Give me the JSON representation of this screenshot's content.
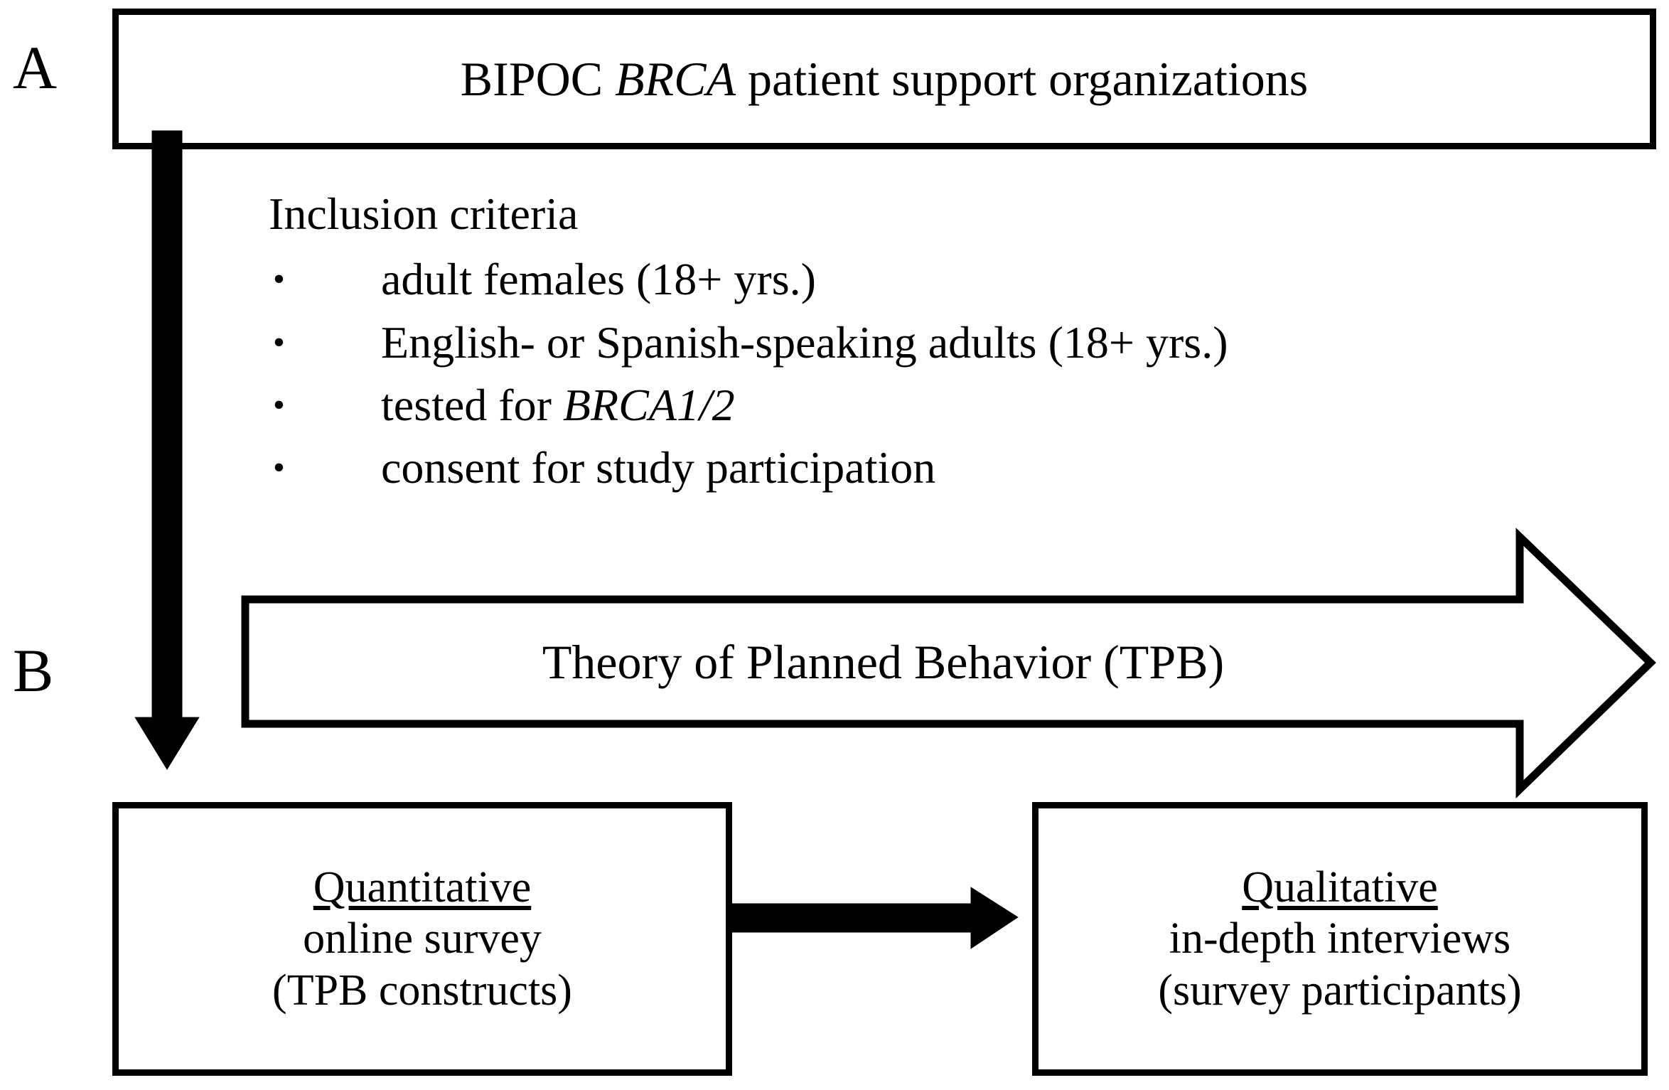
{
  "figure": {
    "panels": [
      {
        "id": "A",
        "label": "A"
      },
      {
        "id": "B",
        "label": "B"
      }
    ]
  },
  "top_box": {
    "text_before": "BIPOC ",
    "text_italic": "BRCA",
    "text_after": " patient support organizations"
  },
  "criteria": {
    "title": "Inclusion criteria",
    "bullet_glyph": "•",
    "items": [
      {
        "text": "adult females (18+ yrs.)"
      },
      {
        "text": "English- or Spanish-speaking adults (18+ yrs.)"
      },
      {
        "text_before": "tested for ",
        "text_italic": "BRCA1/2",
        "text_after": ""
      },
      {
        "text": "consent for study participation"
      }
    ]
  },
  "tpb_arrow": {
    "label": "Theory of Planned Behavior (TPB)"
  },
  "quant_box": {
    "heading": "Quantitative ",
    "line2": "online survey",
    "line3": "(TPB constructs)"
  },
  "qual_box": {
    "heading": "Qualitative ",
    "line2": "in-depth interviews",
    "line3": "(survey participants)"
  },
  "colors": {
    "stroke": "#000000",
    "fill": "#ffffff",
    "background": "#ffffff"
  }
}
